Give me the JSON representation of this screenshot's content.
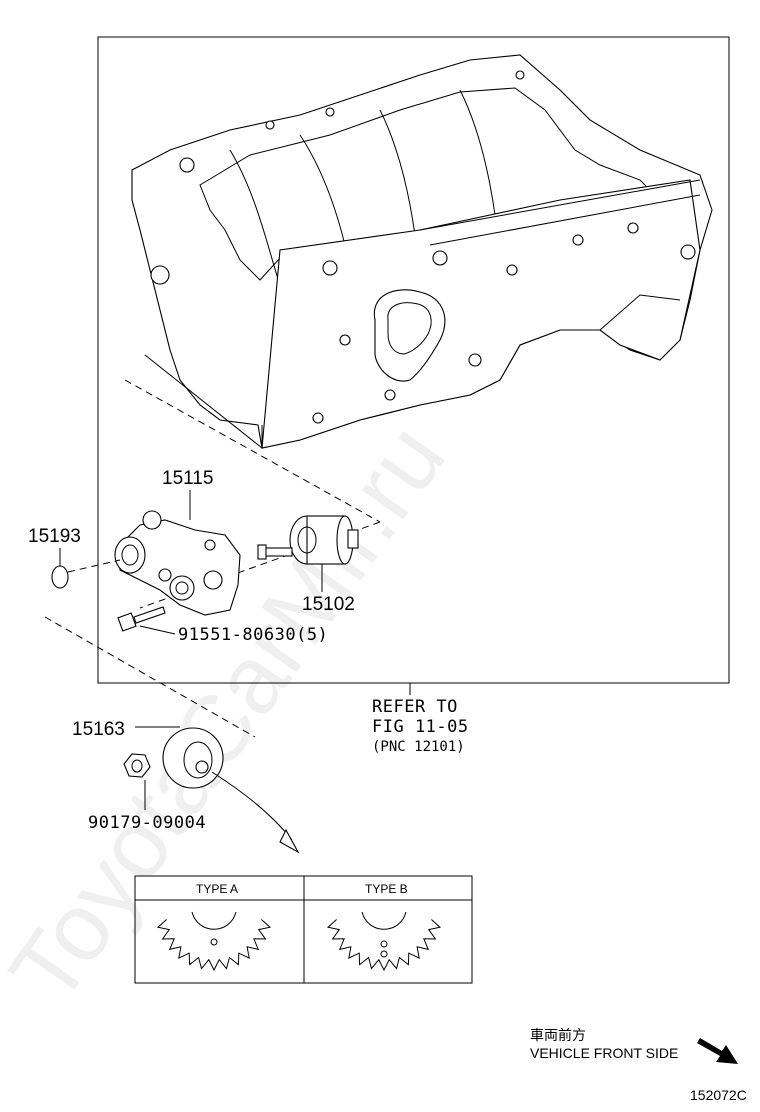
{
  "labels": {
    "oil_pump": "15115",
    "o_ring": "15193",
    "relief_valve": "15102",
    "bolt": "91551-80630(5)",
    "sprocket": "15163",
    "nut": "90179-09004"
  },
  "refer": {
    "line1": "REFER TO",
    "line2": "FIG 11-05",
    "line3": "(PNC 12101)"
  },
  "table": {
    "type_a": "TYPE A",
    "type_b": "TYPE B"
  },
  "vehicle_front": {
    "jp": "車両前方",
    "en": "VEHICLE FRONT SIDE"
  },
  "figure_code": "152072C",
  "watermark": "ToyotaCarMir.ru"
}
